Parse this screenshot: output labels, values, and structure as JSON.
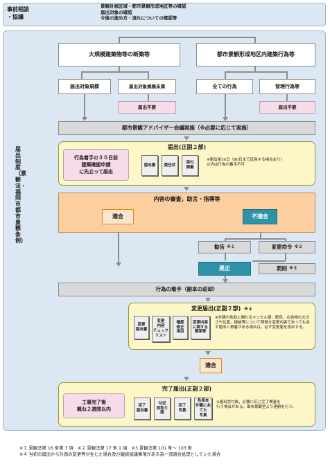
{
  "pre_consultation": {
    "label": "事前相談\n・協議",
    "items": [
      "景観計画区域・都市景観形成地区等の確認",
      "届出対象の確認",
      "今後の進め方・流れについての確認等"
    ]
  },
  "system_label": "届出制度（景観法・福岡市都市景観条例）",
  "large_building": "大規模建築物等の新築等",
  "urban_district": "都市景観形成地区内建築行為等",
  "scope_in": "届出対象規模",
  "scope_under": "届出対象規模未満",
  "all_acts": "全ての行為",
  "managed_acts": "管理行為等",
  "not_required_1": "届出不要",
  "not_required_2": "届出不要",
  "advisor_meeting": "都市景観アドバイザー会議実施（※必要に応じて実施）",
  "notification": {
    "lead": "行為着手の３０日前\n建築確認申請\nに先立って届出",
    "title": "届出(正副２部)",
    "docs": [
      "届出書",
      "委任状",
      "添付\n図書"
    ],
    "note": "※届出後30日（90日まで延長する場合あり）\n以内は行為の着手不可"
  },
  "review": "内容の審査，助言・指導等",
  "conform_1": "適合",
  "nonconform": "不適合",
  "advice": "勧告",
  "advice_mark": "※１",
  "change_order": "変更命令",
  "change_order_mark": "※２",
  "correction": "是正",
  "penalty": "罰則",
  "penalty_mark": "※３",
  "commencement": "行為の着手（副本の返却）",
  "change_notification": {
    "title": "変更届出(正副２部)",
    "title_mark": "※４",
    "docs": [
      "変更\n届出書",
      "変更\n内容\nチェック\nリスト",
      "確認\n修正\n項目",
      "変更内容\nに関する\n図面等"
    ],
    "note": "※外観の色彩に関わるマンセル値，配色，広告物の大きさや位置，緑被等について軽微な変更内容であっても必ず届出と根着がある場合は，必ず変更届を提出する。"
  },
  "conform_2": "適合",
  "completion": {
    "lead": "工事完了後\n概ね２週間以内",
    "title": "完了届出(正副２部)",
    "docs": [
      "完了\n届出書",
      "付近\n見取り\n図",
      "完了\n写真",
      "色見本\n外観にあ\nてた\n写真"
    ],
    "note": "※届出受付後，必要に応じ完了検査を\n行う場合がある。都市景観室より連絡を行う。"
  },
  "footnotes": [
    "※１ 景観法第 16 条第 3 項　※２ 景観法第 17 条 1 項　※3 景観法第 101 条～ 103 条",
    "※４ 当初の届出から計画の変更等が生じた場合及び継続協議事項がある為一部適合処理としていた場合"
  ]
}
